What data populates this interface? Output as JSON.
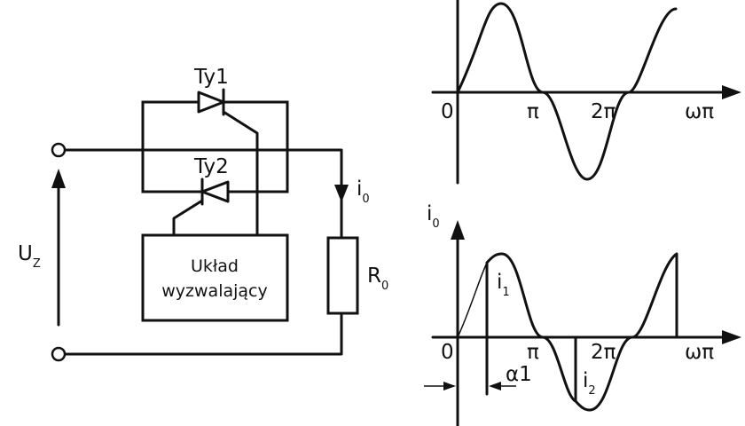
{
  "circuit": {
    "thyristor_1": "Ty1",
    "thyristor_2": "Ty2",
    "trigger_unit": {
      "line1": "Układ",
      "line2": "wyzwalający"
    },
    "supply_voltage": {
      "main": "U",
      "sub": "Z"
    },
    "load_current": {
      "main": "i",
      "sub": "0"
    },
    "load_resistor": {
      "main": "R",
      "sub": "0"
    }
  },
  "voltage_plot": {
    "origin": "0",
    "tick_pi": "π",
    "tick_2pi": "2π",
    "x_axis_label": "ωπ"
  },
  "current_plot": {
    "y_axis": {
      "main": "i",
      "sub": "0"
    },
    "origin": "0",
    "tick_pi": "π",
    "tick_2pi": "2π",
    "x_axis_label": "ωπ",
    "current_1": {
      "main": "i",
      "sub": "1"
    },
    "current_2": {
      "main": "i",
      "sub": "2"
    },
    "firing_angle": "α1"
  }
}
